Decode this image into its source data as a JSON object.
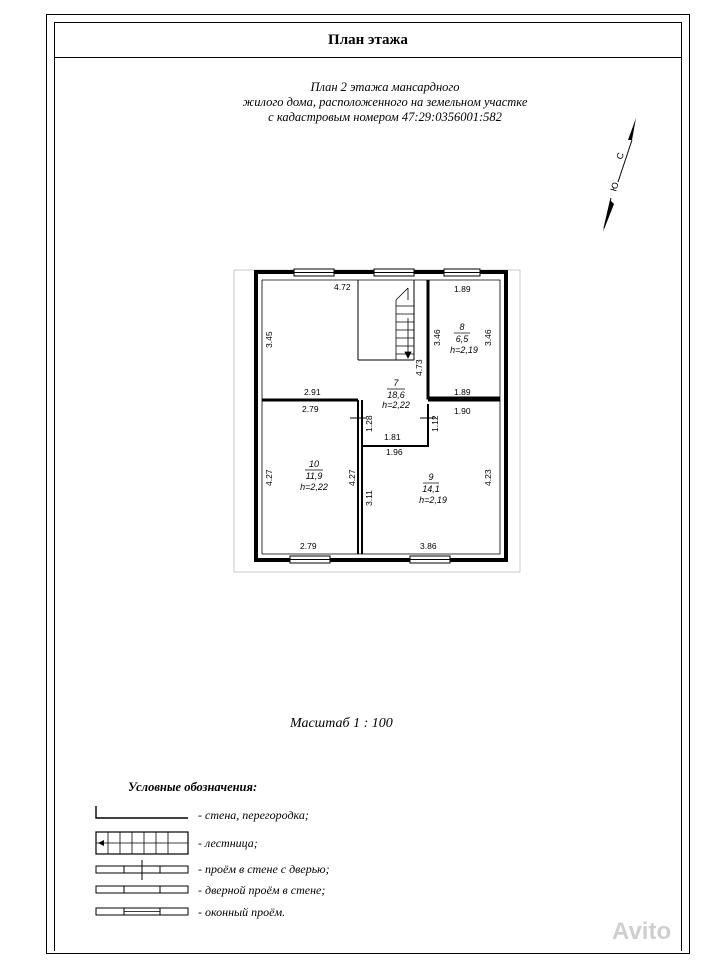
{
  "header": {
    "title": "План этажа"
  },
  "subtitle": {
    "line1": "План 2 этажа мансардного",
    "line2": "жилого дома, расположенного на земельном участке",
    "line3": "с кадастровым номером 47:29:0356001:582"
  },
  "compass": {
    "north": "С",
    "south": "Ю"
  },
  "rooms": {
    "r7": {
      "number": "7",
      "area": "18,6",
      "height": "h=2,22"
    },
    "r8": {
      "number": "8",
      "area": "6,5",
      "height": "h=2,19"
    },
    "r9": {
      "number": "9",
      "area": "14,1",
      "height": "h=2,19"
    },
    "r10": {
      "number": "10",
      "area": "11,9",
      "height": "h=2,22"
    }
  },
  "dimensions": {
    "d472": "4.72",
    "d345": "3.45",
    "d291": "2.91",
    "d189a": "1.89",
    "d346a": "3.46",
    "d346b": "3.46",
    "d189b": "1.89",
    "d473": "4.73",
    "d279a": "2.79",
    "d128": "1.28",
    "d181": "1.81",
    "d112": "1.12",
    "d190": "1.90",
    "d196": "1.96",
    "d427a": "4.27",
    "d427b": "4.27",
    "d311": "3.11",
    "d423": "4.23",
    "d279b": "2.79",
    "d386": "3.86"
  },
  "scale": {
    "label": "Масштаб  1 : 100"
  },
  "legend": {
    "title": "Условные обозначения:",
    "items": [
      {
        "label": "- стена, перегородка;"
      },
      {
        "label": "- лестница;"
      },
      {
        "label": "- проём в стене с дверью;"
      },
      {
        "label": "- дверной проём в стене;"
      },
      {
        "label": "- оконный проём."
      }
    ]
  },
  "watermark": {
    "text": "Avito"
  }
}
